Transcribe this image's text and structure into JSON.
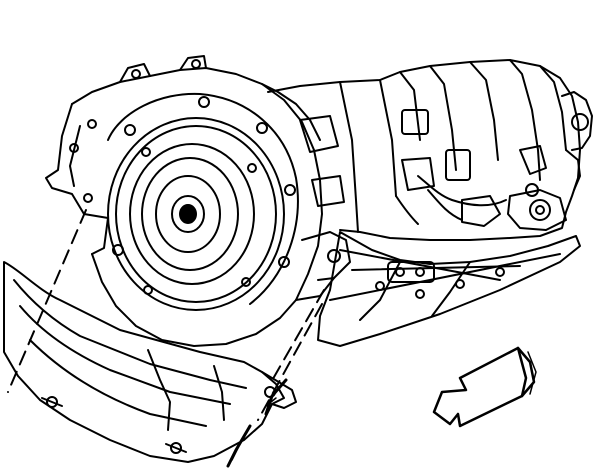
{
  "diagram": {
    "subject": "automatic-transmission-with-dust-cover",
    "colors": {
      "ink": "#000000",
      "paper": "#ffffff",
      "shade": "#e6e6e6"
    },
    "parts": [
      {
        "id": "transmission-case",
        "icon": "transmission-case-icon"
      },
      {
        "id": "torque-converter",
        "icon": "torque-converter-icon"
      },
      {
        "id": "bell-housing",
        "icon": "bell-housing-icon"
      },
      {
        "id": "oil-pan",
        "icon": "oil-pan-icon"
      },
      {
        "id": "dust-cover",
        "icon": "dust-cover-icon"
      },
      {
        "id": "mounting-bolts",
        "icon": "bolt-icon"
      }
    ],
    "direction_arrow": {
      "icon": "front-direction-arrow-icon",
      "direction": "down-left"
    }
  }
}
